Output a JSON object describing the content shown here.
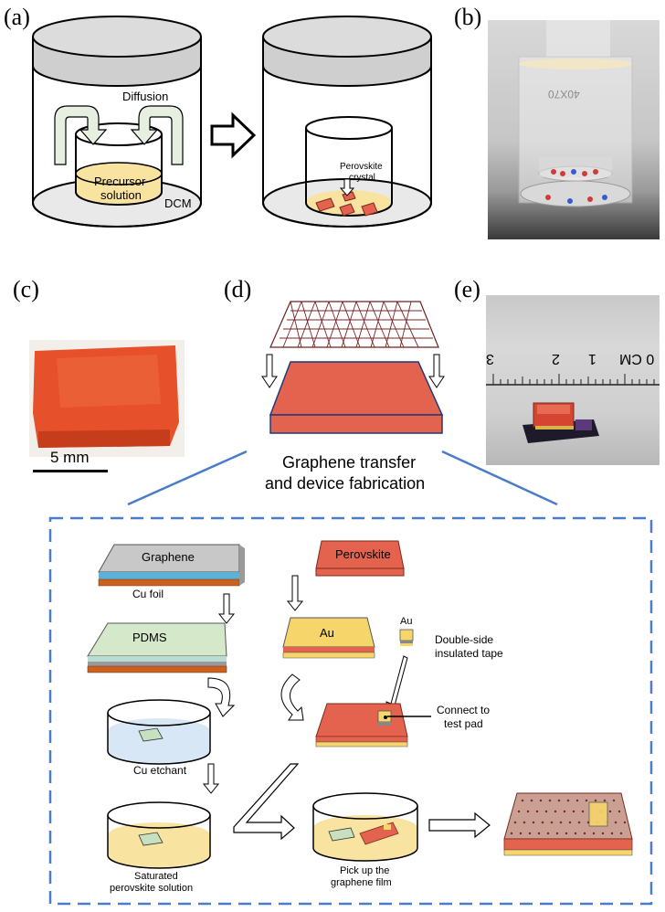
{
  "panels": {
    "a": "(a)",
    "b": "(b)",
    "c": "(c)",
    "d": "(d)",
    "e": "(e)"
  },
  "panel_a": {
    "diffusion": "Diffusion",
    "precursor_line1": "Precursor",
    "precursor_line2": "solution",
    "dcm": "DCM",
    "perovskite_line1": "Perovskite",
    "perovskite_line2": "crystal"
  },
  "panel_b": {
    "vial_text": "40X70"
  },
  "panel_c": {
    "scale_bar": "5 mm"
  },
  "panel_d": {
    "caption_line1": "Graphene transfer",
    "caption_line2": "and device fabrication"
  },
  "panel_e": {
    "ruler_labels": [
      "3",
      "2",
      "1",
      "0 CM"
    ]
  },
  "process": {
    "graphene": "Graphene",
    "cu_foil": "Cu foil",
    "pdms": "PDMS",
    "cu_etchant": "Cu etchant",
    "saturated_line1": "Saturated",
    "saturated_line2": "perovskite solution",
    "perovskite": "Perovskite",
    "au": "Au",
    "au_small": "Au",
    "tape_line1": "Double-side",
    "tape_line2": "insulated tape",
    "connect_line1": "Connect to",
    "connect_line2": "test pad",
    "pickup_line1": "Pick up the",
    "pickup_line2": "graphene film"
  },
  "colors": {
    "perovskite": "#e4634f",
    "gold": "#f6d56b",
    "pdms": "#d5e8c9",
    "copper": "#c9611f",
    "graphene": "#c8c8c8",
    "dashed_box": "#4a7cc7"
  }
}
